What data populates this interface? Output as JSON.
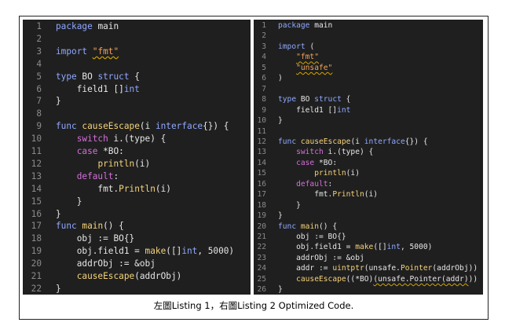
{
  "listing1": {
    "lines": [
      {
        "n": "1",
        "t": [
          [
            "package ",
            "kw"
          ],
          [
            "main",
            ""
          ]
        ]
      },
      {
        "n": "2",
        "t": []
      },
      {
        "n": "3",
        "t": [
          [
            "import ",
            "kw"
          ],
          [
            "\"fmt\"",
            "str"
          ]
        ]
      },
      {
        "n": "4",
        "t": []
      },
      {
        "n": "5",
        "t": [
          [
            "type ",
            "kw"
          ],
          [
            "BO ",
            ""
          ],
          [
            "struct",
            "kw"
          ],
          [
            " {",
            ""
          ]
        ]
      },
      {
        "n": "6",
        "t": [
          [
            "    field1 []",
            ""
          ],
          [
            "int",
            "ty"
          ]
        ]
      },
      {
        "n": "7",
        "t": [
          [
            "}",
            ""
          ]
        ]
      },
      {
        "n": "8",
        "t": []
      },
      {
        "n": "9",
        "t": [
          [
            "func ",
            "kw"
          ],
          [
            "causeEscape",
            "fn"
          ],
          [
            "(i ",
            ""
          ],
          [
            "interface",
            "ty"
          ],
          [
            "{}) {",
            ""
          ]
        ]
      },
      {
        "n": "10",
        "t": [
          [
            "    ",
            ""
          ],
          [
            "switch",
            "ctl"
          ],
          [
            " i.(type) {",
            ""
          ]
        ]
      },
      {
        "n": "11",
        "t": [
          [
            "    ",
            ""
          ],
          [
            "case",
            "ctl"
          ],
          [
            " *BO:",
            ""
          ]
        ]
      },
      {
        "n": "12",
        "t": [
          [
            "        ",
            ""
          ],
          [
            "println",
            "fn"
          ],
          [
            "(i)",
            ""
          ]
        ]
      },
      {
        "n": "13",
        "t": [
          [
            "    ",
            ""
          ],
          [
            "default",
            "ctl"
          ],
          [
            ":",
            ""
          ]
        ]
      },
      {
        "n": "14",
        "t": [
          [
            "        fmt.",
            ""
          ],
          [
            "Println",
            "fn"
          ],
          [
            "(i)",
            ""
          ]
        ]
      },
      {
        "n": "15",
        "t": [
          [
            "    }",
            ""
          ]
        ]
      },
      {
        "n": "16",
        "t": [
          [
            "}",
            ""
          ]
        ]
      },
      {
        "n": "17",
        "t": [
          [
            "func ",
            "kw"
          ],
          [
            "main",
            "fn"
          ],
          [
            "() {",
            ""
          ]
        ]
      },
      {
        "n": "18",
        "t": [
          [
            "    obj := BO{}",
            ""
          ]
        ]
      },
      {
        "n": "19",
        "t": [
          [
            "    obj.field1 = ",
            ""
          ],
          [
            "make",
            "fn"
          ],
          [
            "([]",
            ""
          ],
          [
            "int",
            "ty"
          ],
          [
            ", 5000)",
            ""
          ]
        ]
      },
      {
        "n": "20",
        "t": [
          [
            "    addrObj := &obj",
            ""
          ]
        ]
      },
      {
        "n": "21",
        "t": [
          [
            "    ",
            ""
          ],
          [
            "causeEscape",
            "fn"
          ],
          [
            "(addrObj)",
            ""
          ]
        ]
      },
      {
        "n": "22",
        "t": [
          [
            "}",
            ""
          ]
        ]
      }
    ]
  },
  "listing2": {
    "lines": [
      {
        "n": "1",
        "t": [
          [
            "package ",
            "kw"
          ],
          [
            "main",
            ""
          ]
        ]
      },
      {
        "n": "2",
        "t": []
      },
      {
        "n": "3",
        "t": [
          [
            "import ",
            "kw"
          ],
          [
            "(",
            ""
          ]
        ]
      },
      {
        "n": "4",
        "t": [
          [
            "    ",
            ""
          ],
          [
            "\"fmt\"",
            "str"
          ]
        ]
      },
      {
        "n": "5",
        "t": [
          [
            "    ",
            ""
          ],
          [
            "\"unsafe\"",
            "str"
          ]
        ]
      },
      {
        "n": "6",
        "t": [
          [
            ")",
            ""
          ]
        ]
      },
      {
        "n": "7",
        "t": []
      },
      {
        "n": "8",
        "t": [
          [
            "type ",
            "kw"
          ],
          [
            "BO ",
            ""
          ],
          [
            "struct",
            "kw"
          ],
          [
            " {",
            ""
          ]
        ]
      },
      {
        "n": "9",
        "t": [
          [
            "    field1 []",
            ""
          ],
          [
            "int",
            "ty"
          ]
        ]
      },
      {
        "n": "10",
        "t": [
          [
            "}",
            ""
          ]
        ]
      },
      {
        "n": "11",
        "t": []
      },
      {
        "n": "12",
        "t": [
          [
            "func ",
            "kw"
          ],
          [
            "causeEscape",
            "fn"
          ],
          [
            "(i ",
            ""
          ],
          [
            "interface",
            "ty"
          ],
          [
            "{}) {",
            ""
          ]
        ]
      },
      {
        "n": "13",
        "t": [
          [
            "    ",
            ""
          ],
          [
            "switch",
            "ctl"
          ],
          [
            " i.(type) {",
            ""
          ]
        ]
      },
      {
        "n": "14",
        "t": [
          [
            "    ",
            ""
          ],
          [
            "case",
            "ctl"
          ],
          [
            " *BO:",
            ""
          ]
        ]
      },
      {
        "n": "15",
        "t": [
          [
            "        ",
            ""
          ],
          [
            "println",
            "fn"
          ],
          [
            "(i)",
            ""
          ]
        ]
      },
      {
        "n": "16",
        "t": [
          [
            "    ",
            ""
          ],
          [
            "default",
            "ctl"
          ],
          [
            ":",
            ""
          ]
        ]
      },
      {
        "n": "17",
        "t": [
          [
            "        fmt.",
            ""
          ],
          [
            "Println",
            "fn"
          ],
          [
            "(i)",
            ""
          ]
        ]
      },
      {
        "n": "18",
        "t": [
          [
            "    }",
            ""
          ]
        ]
      },
      {
        "n": "19",
        "t": [
          [
            "}",
            ""
          ]
        ]
      },
      {
        "n": "20",
        "t": [
          [
            "func ",
            "kw"
          ],
          [
            "main",
            "fn"
          ],
          [
            "() {",
            ""
          ]
        ]
      },
      {
        "n": "21",
        "t": [
          [
            "    obj := BO{}",
            ""
          ]
        ]
      },
      {
        "n": "22",
        "t": [
          [
            "    obj.field1 = ",
            ""
          ],
          [
            "make",
            "fn"
          ],
          [
            "([]",
            ""
          ],
          [
            "int",
            "ty"
          ],
          [
            ", 5000)",
            ""
          ]
        ]
      },
      {
        "n": "23",
        "t": [
          [
            "    addrObj := &obj",
            ""
          ]
        ]
      },
      {
        "n": "24",
        "t": [
          [
            "    addr := ",
            ""
          ],
          [
            "uintptr",
            "fn"
          ],
          [
            "(unsafe.",
            ""
          ],
          [
            "Pointer",
            "fn"
          ],
          [
            "(addrObj))",
            ""
          ]
        ]
      },
      {
        "n": "25",
        "t": [
          [
            "    ",
            ""
          ],
          [
            "causeEscape",
            "fn"
          ],
          [
            "((*BO)",
            ""
          ],
          [
            "(unsafe.Pointer(addr)",
            "sq"
          ],
          [
            "))",
            ""
          ]
        ]
      },
      {
        "n": "26",
        "t": [
          [
            "}",
            ""
          ]
        ]
      }
    ]
  },
  "caption": "左圖Listing 1，右圖Listing 2 Optimized Code."
}
